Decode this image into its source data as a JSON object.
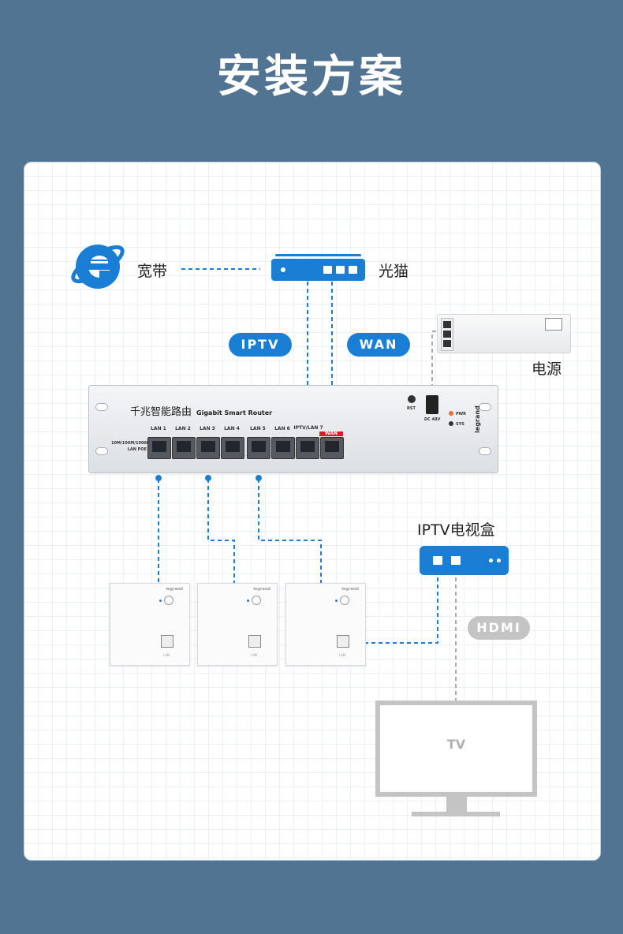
{
  "title": "安装方案",
  "labels": {
    "broadband": "宽带",
    "modem": "光猫",
    "power": "电源",
    "iptv_box": "IPTV电视盒",
    "tv": "TV"
  },
  "pills": {
    "iptv": "IPTV",
    "wan": "WAN",
    "hdmi": "HDMI"
  },
  "router": {
    "name_cn": "千兆智能路由",
    "name_en": "Gigabit Smart Router",
    "ports": [
      "LAN 1",
      "LAN 2",
      "LAN 3",
      "LAN 4",
      "LAN 5",
      "LAN 6",
      "IPTV/LAN 7",
      "WAN"
    ],
    "speed_note_1": "10M/100M/1000M",
    "speed_note_2": "LAN POE",
    "rst": "RST",
    "dc": "DC 48V",
    "pwr": "PWR",
    "sys": "SYS",
    "brand": "legrand"
  },
  "socket_panel": {
    "brand": "legrand",
    "jack_label": "LAN"
  },
  "colors": {
    "background": "#527493",
    "accent_blue": "#1a7fd4",
    "wan_red": "#d0202a",
    "grey": "#c4c4c4"
  },
  "icons": [
    "internet-explorer-icon",
    "wifi-icon",
    "ethernet-port-icon",
    "hdmi-cable",
    "tv-monitor-icon"
  ]
}
